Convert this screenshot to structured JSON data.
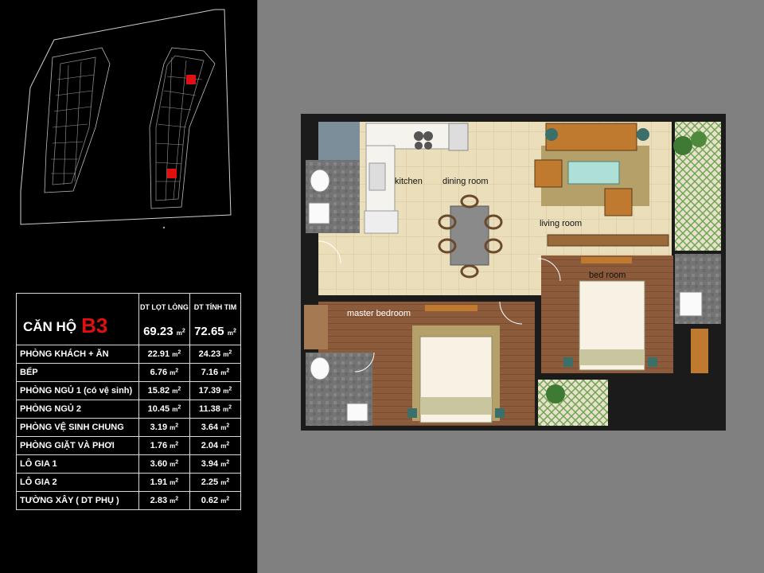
{
  "apartment": {
    "prefix": "CĂN HỘ",
    "code": "B3",
    "col1_title": "DT LỌT LÒNG",
    "col1_total": "69.23",
    "col2_title": "DT TÍNH TIM",
    "col2_total": "72.65",
    "unit": "m²",
    "unit_base": "m",
    "unit_exp": "2"
  },
  "rooms": [
    {
      "name": "PHÒNG KHÁCH + ĂN",
      "net": "22.91",
      "gross": "24.23"
    },
    {
      "name": "BẾP",
      "net": "6.76",
      "gross": "7.16"
    },
    {
      "name": "PHÒNG NGỦ 1 (có vệ sinh)",
      "net": "15.82",
      "gross": "17.39"
    },
    {
      "name": "PHÒNG NGỦ 2",
      "net": "10.45",
      "gross": "11.38"
    },
    {
      "name": "PHÒNG VỆ SINH CHUNG",
      "net": "3.19",
      "gross": "3.64"
    },
    {
      "name": "PHÒNG GIẶT VÀ PHƠI",
      "net": "1.76",
      "gross": "2.04"
    },
    {
      "name": "LÔ GIA 1",
      "net": "3.60",
      "gross": "3.94"
    },
    {
      "name": "LÔ GIA 2",
      "net": "1.91",
      "gross": "2.25"
    },
    {
      "name": "TƯỜNG XÂY ( DT PHỤ )",
      "net": "2.83",
      "gross": "0.62"
    }
  ],
  "plan_labels": {
    "kitchen": "kitchen",
    "dining": "dining room",
    "living": "living room",
    "bed": "bed room",
    "master": "master bedroom"
  },
  "colors": {
    "highlight_red": "#e01010",
    "floor_tile": "#e9dcb6",
    "wood_floor": "#8a5a3a",
    "bath_tile": "#7a7a7a",
    "balcony_green": "#5aa040"
  }
}
